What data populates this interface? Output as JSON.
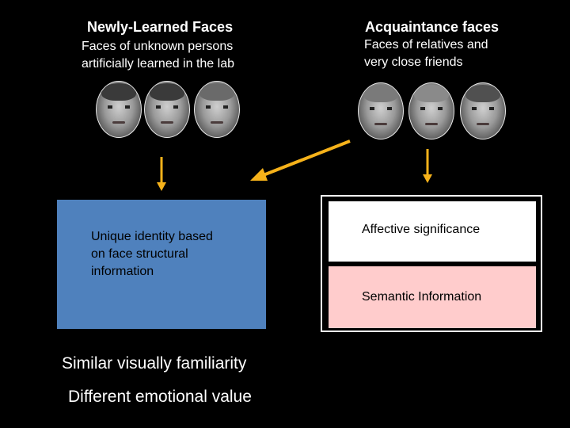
{
  "left": {
    "title": "Newly-Learned Faces",
    "subtitle": "Faces of unknown persons\nartificially learned in the lab"
  },
  "right": {
    "title": "Acquaintance faces",
    "subtitle": "Faces of   relatives  and\nvery close friends"
  },
  "boxes": {
    "identity": "Unique identity based\non face structural\ninformation",
    "affective": "Affective significance",
    "semantic": "Semantic Information"
  },
  "bottom": {
    "line1": "Similar  visually familiarity",
    "line2": "Different emotional value"
  },
  "colors": {
    "identity_box": "#4f81bd",
    "affective_box": "#ffffff",
    "semantic_box": "#ffcccc",
    "arrow": "#f6b21a"
  }
}
